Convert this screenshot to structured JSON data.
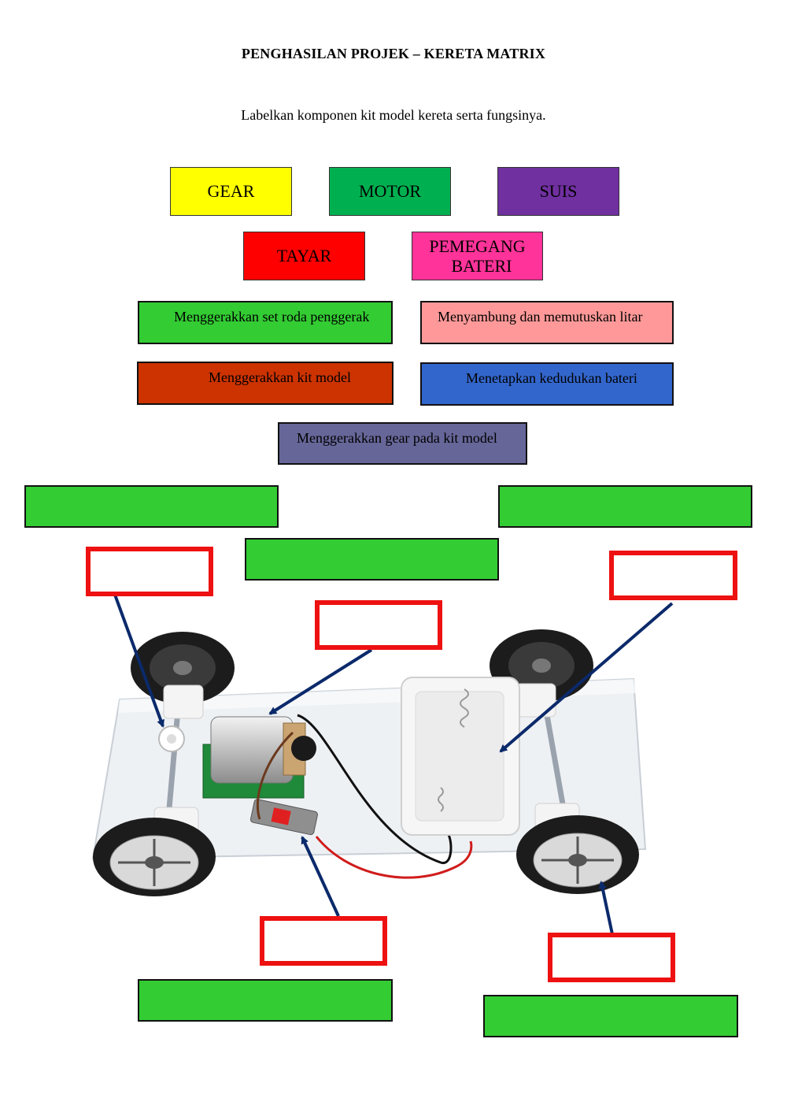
{
  "header": {
    "title": "PENGHASILAN PROJEK – KERETA MATRIX",
    "instruction": "Labelkan komponen kit model kereta serta fungsinya."
  },
  "component_labels": [
    {
      "id": "gear",
      "text": "GEAR",
      "color": "#ffff00"
    },
    {
      "id": "motor",
      "text": "MOTOR",
      "color": "#00b050"
    },
    {
      "id": "suis",
      "text": "SUIS",
      "color": "#7030a0"
    },
    {
      "id": "tayar",
      "text": "TAYAR",
      "color": "#ff0000"
    },
    {
      "id": "pemegang-bateri",
      "text": "PEMEGANG\n  BATERI",
      "color": "#ff3399"
    }
  ],
  "function_labels": [
    {
      "id": "roda",
      "text": "Menggerakkan set roda penggerak",
      "color": "#33cc33"
    },
    {
      "id": "litar",
      "text": "Menyambung dan memutuskan litar",
      "color": "#ff9999"
    },
    {
      "id": "kit",
      "text": "Menggerakkan kit model",
      "color": "#cc3300"
    },
    {
      "id": "bateri",
      "text": "Menetapkan kedudukan bateri",
      "color": "#3366cc"
    },
    {
      "id": "gearfn",
      "text": "Menggerakkan gear pada kit model",
      "color": "#666699"
    }
  ],
  "drop_zones": {
    "name_border_color": "#ee1111",
    "function_fill_color": "#33cc33"
  },
  "image": {
    "subject": "model-car-kit-photo",
    "arrow_color": "#0b2a6b"
  }
}
